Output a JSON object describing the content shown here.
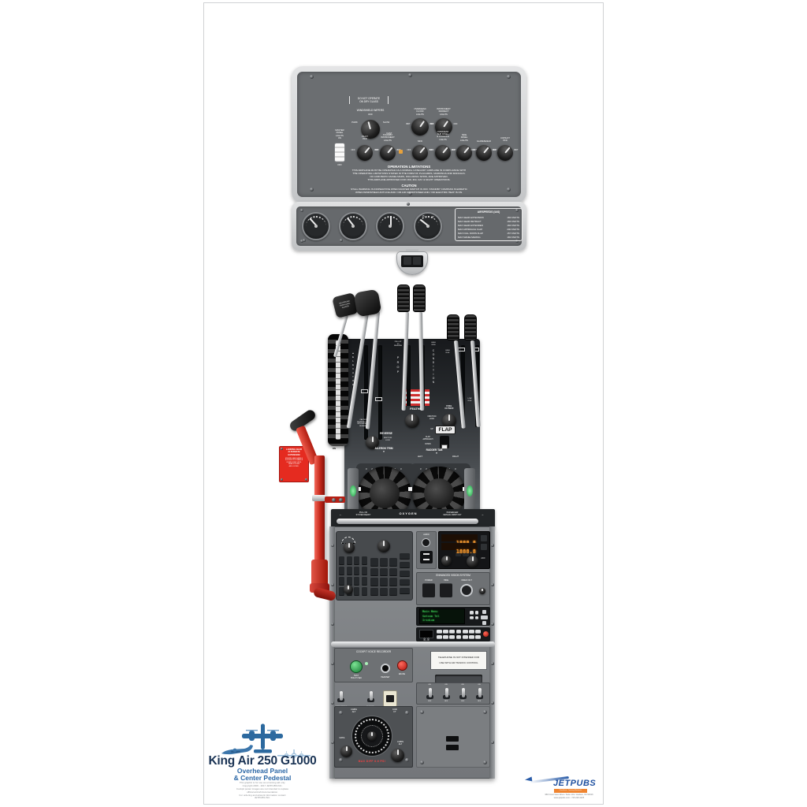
{
  "poster": {
    "title": "King Air 250 G1000",
    "subtitle1": "Overhead Panel",
    "subtitle2": "& Center Pedestal",
    "fine_print": "This graphic is for use as a training aid only.\nCopyright 2006 - 2017 JETPUBS INC.\nCockpit poster images are not intended to replace\nofficial aircraft documentation.\nFor ordering and artwork information contact\nJETPUBS INC."
  },
  "brand": {
    "name": "JETPUBS",
    "tagline": "Checklists. Training Materials.",
    "address": "960 Crest View Drive / Suite 101 / Hudson, WI 54016",
    "contact": "www.jetpubs.com  •  715.220.4225"
  },
  "overhead": {
    "wiper_warning": "DO NOT OPERATE\nON DRY GLASS",
    "wipers": {
      "label": "WINDSHIELD WIPERS",
      "off": "OFF",
      "park": "PARK",
      "slow": "SLOW",
      "fast": "FAST"
    },
    "master": {
      "label": "MASTER\nPANEL\nLIGHTS\nON",
      "off": "OFF"
    },
    "knobs": [
      {
        "label": "PILOT\nPFD",
        "l": "OFF",
        "r": "BRT"
      },
      {
        "label": "OVERHEAD\nFLOOD\nLIGHTS",
        "l": "BRT",
        "r": "OFF"
      },
      {
        "label": "INSTRUMENT\nINDIRECT\nLIGHTS",
        "l": "BRT",
        "r": "OFF"
      },
      {
        "label": "STANDBY\nINSTRUMENT\nLIGHTS",
        "l": "OFF",
        "r": "BRT"
      },
      {
        "label": "MFD",
        "l": "OFF",
        "r": "BRT"
      },
      {
        "label": "OVERHEAD\nSUB PANEL\n& CONSOLE\nLIGHTS",
        "l": "OFF",
        "r": "BRT"
      },
      {
        "label": "SIDE\nPANEL\nLIGHTS",
        "l": "OFF",
        "r": "BRT"
      },
      {
        "label": "GLARESHIELD",
        "l": "OFF",
        "r": "BRT"
      },
      {
        "label": "COPILOT\nPFD",
        "l": "OFF",
        "r": "BRT"
      }
    ],
    "limitations": {
      "title": "OPERATION LIMITATIONS",
      "body": "THIS AIRPLANE MUST BE OPERATED AS A NORMAL CATEGORY AIRPLANE IN COMPLIANCE WITH\nTHE OPERATING LIMITATIONS STATED IN THE FORM OF PLACARDS, MARKINGS AND MANUALS.\nNO ACROBATIC MANEUVERS, INCLUDING SPINS, ARE APPROVED.\nTHIS AIRPLANE APPROVED FOR VFR, IFR, DAY & NIGHT OPERATIONS.",
      "caution_title": "CAUTION",
      "caution_body": "STALL WARNING IS INOPERATIVE WHEN MASTER SWITCH IS OFF. STANDBY COMPASS IS ERRATIC\nWHEN WINDSHIELD ANTI-ICE AND / OR AIR CONDITIONER AND / OR ELECTRIC HEAT IS ON."
    },
    "airspeeds": {
      "title": "AIRSPEEDS (IAS)",
      "rows": [
        {
          "label": "MAX GEAR EXTENSION",
          "value": "184 KNOTS"
        },
        {
          "label": "MAX GEAR RETRACT",
          "value": "166 KNOTS"
        },
        {
          "label": "MAX GEAR EXTENDED",
          "value": "184 KNOTS"
        },
        {
          "label": "MAX APPROACH FLAP",
          "value": "200 KNOTS"
        },
        {
          "label": "MAX FULL DOWN FLAP",
          "value": "157 KNOTS"
        },
        {
          "label": "MAX MANEUVERING",
          "value": "182 KNOTS"
        }
      ]
    },
    "prop_amp_marks": [
      "15",
      "20"
    ]
  },
  "pedestal": {
    "go_around": "GO AROUND\nTA/RA AURAL\nSILENCE",
    "elevator_trim": "▲ELEVATOR TRIM▼",
    "trim_dn": "DN",
    "pull_up_reverse": "PULL UP\nTO\nREVERSE",
    "prop": "PROP",
    "condition": "CONDITION",
    "high_rpm": "HIGH\nRPM",
    "high_idle": "HIGH\nIDLE",
    "low_idle": "LOW\nIDLE",
    "feather": "FEATHER",
    "friction_lock": "FRICTION\nLOCK",
    "fuel_cutoff": "FUEL\nCUTOFF",
    "reverse": "REVERSE",
    "reverse_caution": "CAUTION\nREVERSE ONLY\nWITH ENGINES\nRUNNING",
    "aileron_trim": "AILERON TRIM",
    "rudder_tab": "RUDDER TAB",
    "left": "LEFT",
    "right": "RIGHT",
    "pointer_down": "▼",
    "flap": {
      "label": "FLAP",
      "up": "UP",
      "approach": "FLAP\nAPPROACH",
      "down": "DOWN"
    },
    "trim_scale": "3 2 1 0 1 2 3",
    "oxygen": {
      "left": "PULL ON\nSYSTEM READY",
      "center": "OXYGEN",
      "right": "PASSENGER\nMANUAL DROP OUT",
      "arrow_left": "←",
      "arrow_right": "→"
    },
    "gear_placard": {
      "title": "LANDING GEAR\nALTERNATE\nEXTENSION",
      "body": "ENSURE GEAR HANDLE\nIS DOWN. PULL HANDLE\nUP AND PUMP UNTIL\nGEAR IS DOWN\nAND LOCKED."
    },
    "adf": {
      "audio": "AUDIO",
      "display1": "1888.8",
      "display2": "1888.8",
      "label": "ADF"
    },
    "evs": {
      "title": "ENHANCED VISION SYSTEM",
      "power": "POWER",
      "hide": "HIDE",
      "video_out": "VIDEO OUT"
    },
    "satphone": {
      "lcd": "Main Menu\nSatcom Tel\nIridium",
      "mini_display": "8.8"
    },
    "cvr": {
      "title": "COCKPIT VOICE RECORDER",
      "test": "TEST\nHOLD 5 SEC",
      "headset": "HEADSET",
      "erase": "ERASE"
    },
    "phone_placard": "TELEPHONE IS NOT INTENDED FOR\nUSE WITH AIR TRAFFIC CONTROL",
    "switches_left": {
      "s1": "CABIN PRESS\nDUMP",
      "s2": "BLOWER"
    },
    "switches_right": {
      "on": "ON",
      "off": "OFF"
    },
    "cabin": {
      "cabin_alt": "CABIN\nALT",
      "thousand_ft": "1000\nFT",
      "rate": "RATE",
      "cabin_alt_knob": "CABIN\nALT",
      "red_text": "MAX DIFF 6.6 PSI"
    }
  }
}
